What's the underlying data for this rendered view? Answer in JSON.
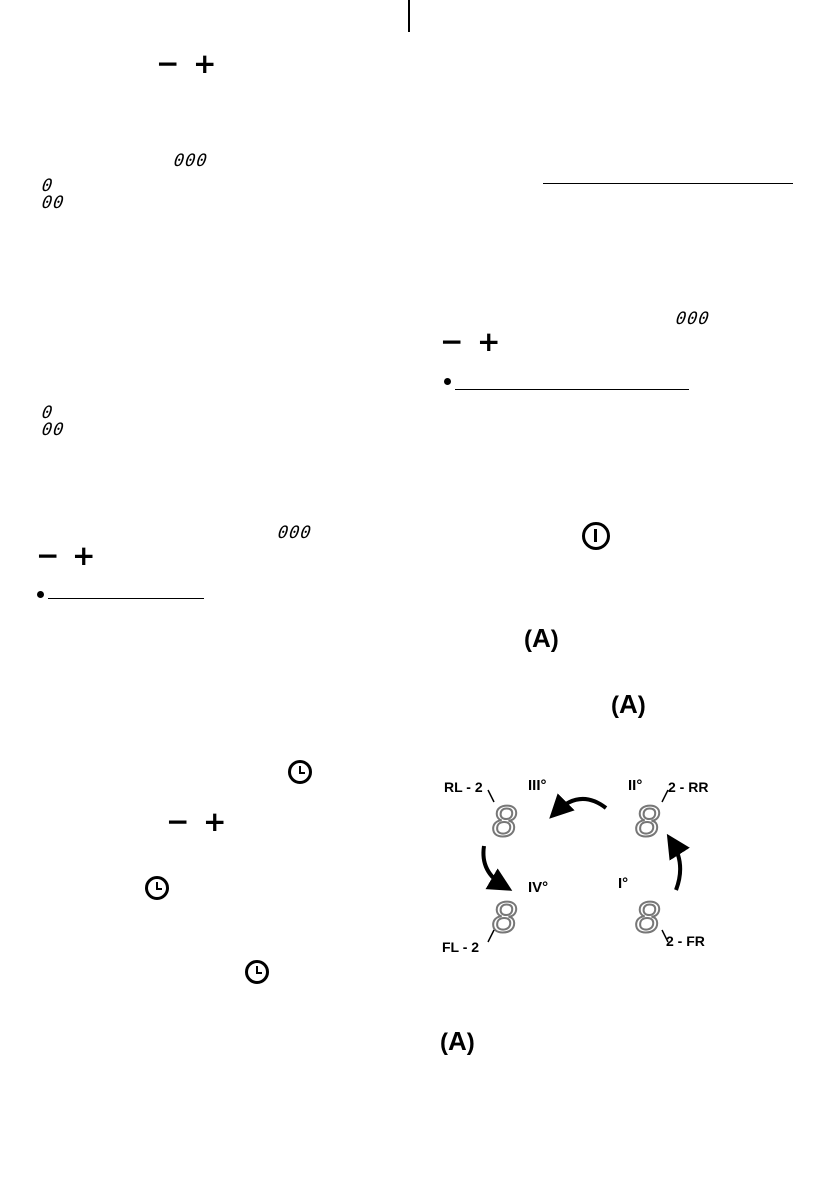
{
  "controls": {
    "minus": "−",
    "plus": "+"
  },
  "display": {
    "digits_triple": "000",
    "digit_single": "0",
    "digits_double": "00",
    "digit_eight": "8"
  },
  "icons": {
    "minus": "minus-icon",
    "plus": "plus-icon",
    "timer": "timer-clock-icon",
    "power": "power-icon",
    "auto": "auto-mode-icon"
  },
  "auto_symbol": "A",
  "zones": {
    "rl": "RL - 2",
    "rr": "2 - RR",
    "fl": "FL - 2",
    "fr": "2 - FR",
    "step3": "III°",
    "step2": "II°",
    "step4": "IV°",
    "step1": "I°"
  }
}
